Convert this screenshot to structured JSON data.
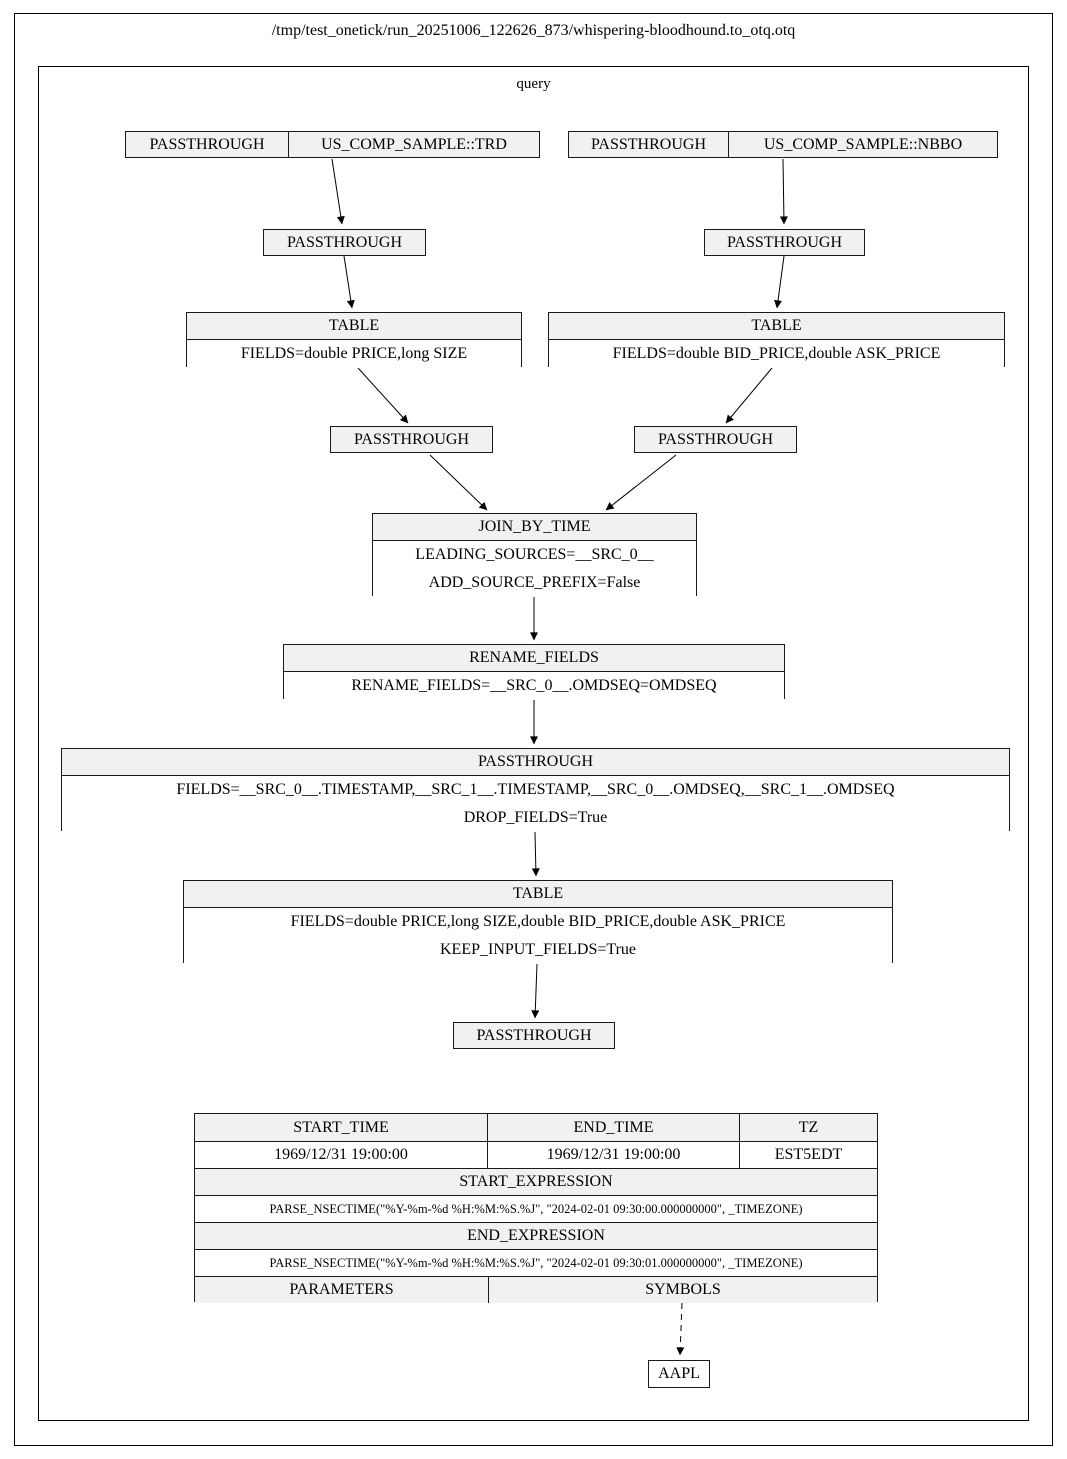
{
  "title": "/tmp/test_onetick/run_20251006_122626_873/whispering-bloodhound.to_otq.otq",
  "cluster_label": "query",
  "colors": {
    "node_fill": "#f1f1f1",
    "node_border": "#1a1a1a",
    "background": "#ffffff"
  },
  "nodes": {
    "source_trd": {
      "ep": "PASSTHROUGH",
      "source": "US_COMP_SAMPLE::TRD"
    },
    "source_nbbo": {
      "ep": "PASSTHROUGH",
      "source": "US_COMP_SAMPLE::NBBO"
    },
    "passthrough_trd_1": {
      "label": "PASSTHROUGH"
    },
    "passthrough_nbbo_1": {
      "label": "PASSTHROUGH"
    },
    "table_trd": {
      "label": "TABLE",
      "params": [
        "FIELDS=double PRICE,long SIZE"
      ]
    },
    "table_nbbo": {
      "label": "TABLE",
      "params": [
        "FIELDS=double BID_PRICE,double ASK_PRICE"
      ]
    },
    "passthrough_trd_2": {
      "label": "PASSTHROUGH"
    },
    "passthrough_nbbo_2": {
      "label": "PASSTHROUGH"
    },
    "join_by_time": {
      "label": "JOIN_BY_TIME",
      "params": [
        "LEADING_SOURCES=__SRC_0__",
        "ADD_SOURCE_PREFIX=False"
      ]
    },
    "rename_fields": {
      "label": "RENAME_FIELDS",
      "params": [
        "RENAME_FIELDS=__SRC_0__.OMDSEQ=OMDSEQ"
      ]
    },
    "passthrough_fields": {
      "label": "PASSTHROUGH",
      "params": [
        "FIELDS=__SRC_0__.TIMESTAMP,__SRC_1__.TIMESTAMP,__SRC_0__.OMDSEQ,__SRC_1__.OMDSEQ",
        "DROP_FIELDS=True"
      ]
    },
    "table_final": {
      "label": "TABLE",
      "params": [
        "FIELDS=double PRICE,long SIZE,double BID_PRICE,double ASK_PRICE",
        "KEEP_INPUT_FIELDS=True"
      ]
    },
    "passthrough_final": {
      "label": "PASSTHROUGH"
    }
  },
  "query_info": {
    "headers": {
      "start_time": "START_TIME",
      "end_time": "END_TIME",
      "tz": "TZ"
    },
    "values": {
      "start_time": "1969/12/31 19:00:00",
      "end_time": "1969/12/31 19:00:00",
      "tz": "EST5EDT"
    },
    "start_expression_label": "START_EXPRESSION",
    "start_expression": "PARSE_NSECTIME(\"%Y-%m-%d %H:%M:%S.%J\", \"2024-02-01 09:30:00.000000000\", _TIMEZONE)",
    "end_expression_label": "END_EXPRESSION",
    "end_expression": "PARSE_NSECTIME(\"%Y-%m-%d %H:%M:%S.%J\", \"2024-02-01 09:30:01.000000000\", _TIMEZONE)",
    "parameters_label": "PARAMETERS",
    "symbols_label": "SYMBOLS"
  },
  "symbol": "AAPL"
}
